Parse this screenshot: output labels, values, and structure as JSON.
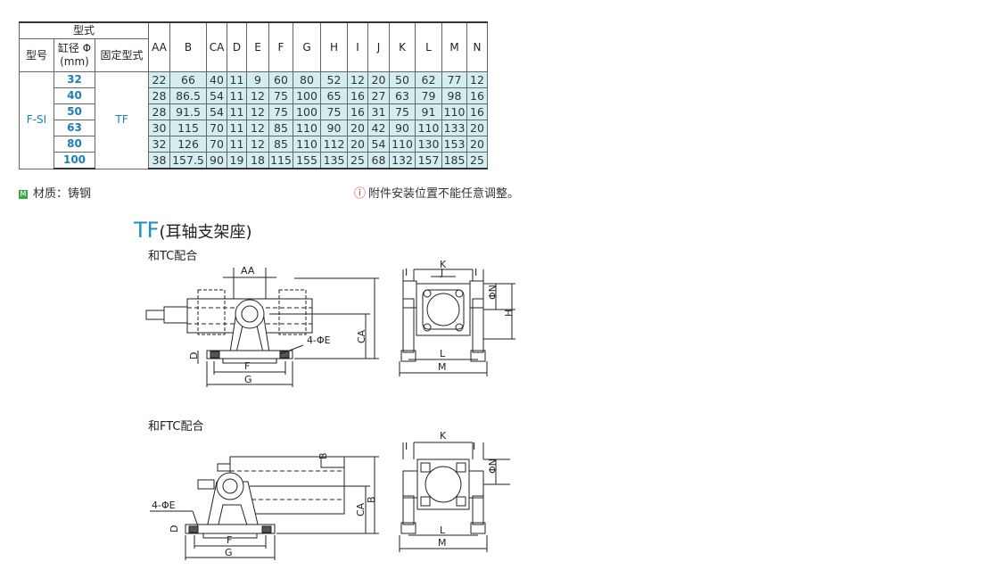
{
  "table": {
    "group_header": "型式",
    "col_model": "型号",
    "col_bore": "缸径 Φ",
    "col_bore_unit": "(mm)",
    "col_mount": "固定型式",
    "dim_headers": [
      "AA",
      "B",
      "CA",
      "D",
      "E",
      "F",
      "G",
      "H",
      "I",
      "J",
      "K",
      "L",
      "M",
      "N"
    ],
    "model": "F-SI",
    "mount": "TF",
    "rows": [
      {
        "bore": "32",
        "vals": [
          "22",
          "66",
          "40",
          "11",
          "9",
          "60",
          "80",
          "52",
          "12",
          "20",
          "50",
          "62",
          "77",
          "12"
        ]
      },
      {
        "bore": "40",
        "vals": [
          "28",
          "86.5",
          "54",
          "11",
          "12",
          "75",
          "100",
          "65",
          "16",
          "27",
          "63",
          "79",
          "98",
          "16"
        ]
      },
      {
        "bore": "50",
        "vals": [
          "28",
          "91.5",
          "54",
          "11",
          "12",
          "75",
          "100",
          "75",
          "16",
          "31",
          "75",
          "91",
          "110",
          "16"
        ]
      },
      {
        "bore": "63",
        "vals": [
          "30",
          "115",
          "70",
          "11",
          "12",
          "85",
          "110",
          "90",
          "20",
          "42",
          "90",
          "110",
          "133",
          "20"
        ]
      },
      {
        "bore": "80",
        "vals": [
          "32",
          "126",
          "70",
          "11",
          "12",
          "85",
          "110",
          "112",
          "20",
          "54",
          "110",
          "130",
          "153",
          "20"
        ]
      },
      {
        "bore": "100",
        "vals": [
          "38",
          "157.5",
          "90",
          "19",
          "18",
          "115",
          "155",
          "135",
          "25",
          "68",
          "132",
          "157",
          "185",
          "25"
        ]
      }
    ]
  },
  "notes": {
    "material_icon": "M",
    "material": "材质：铸钢",
    "warn_icon": "!",
    "warning": "附件安装位置不能任意调整。"
  },
  "section": {
    "title_prefix": "TF",
    "title_suffix": "(耳轴支架座)",
    "sub1": "和TC配合",
    "sub2": "和FTC配合"
  },
  "drawing_labels": {
    "AA": "AA",
    "B": "B",
    "CA": "CA",
    "D": "D",
    "F": "F",
    "G": "G",
    "E": "4-ΦE",
    "E2": "4-ΦE",
    "I": "I",
    "J": "J",
    "K": "K",
    "L": "L",
    "M": "M",
    "N": "ΦN",
    "H": "H"
  },
  "colors": {
    "accent": "#1a8fc8",
    "cell_bg": "#d3eef0",
    "material_green": "#39a849",
    "warn_red": "#e02020"
  }
}
